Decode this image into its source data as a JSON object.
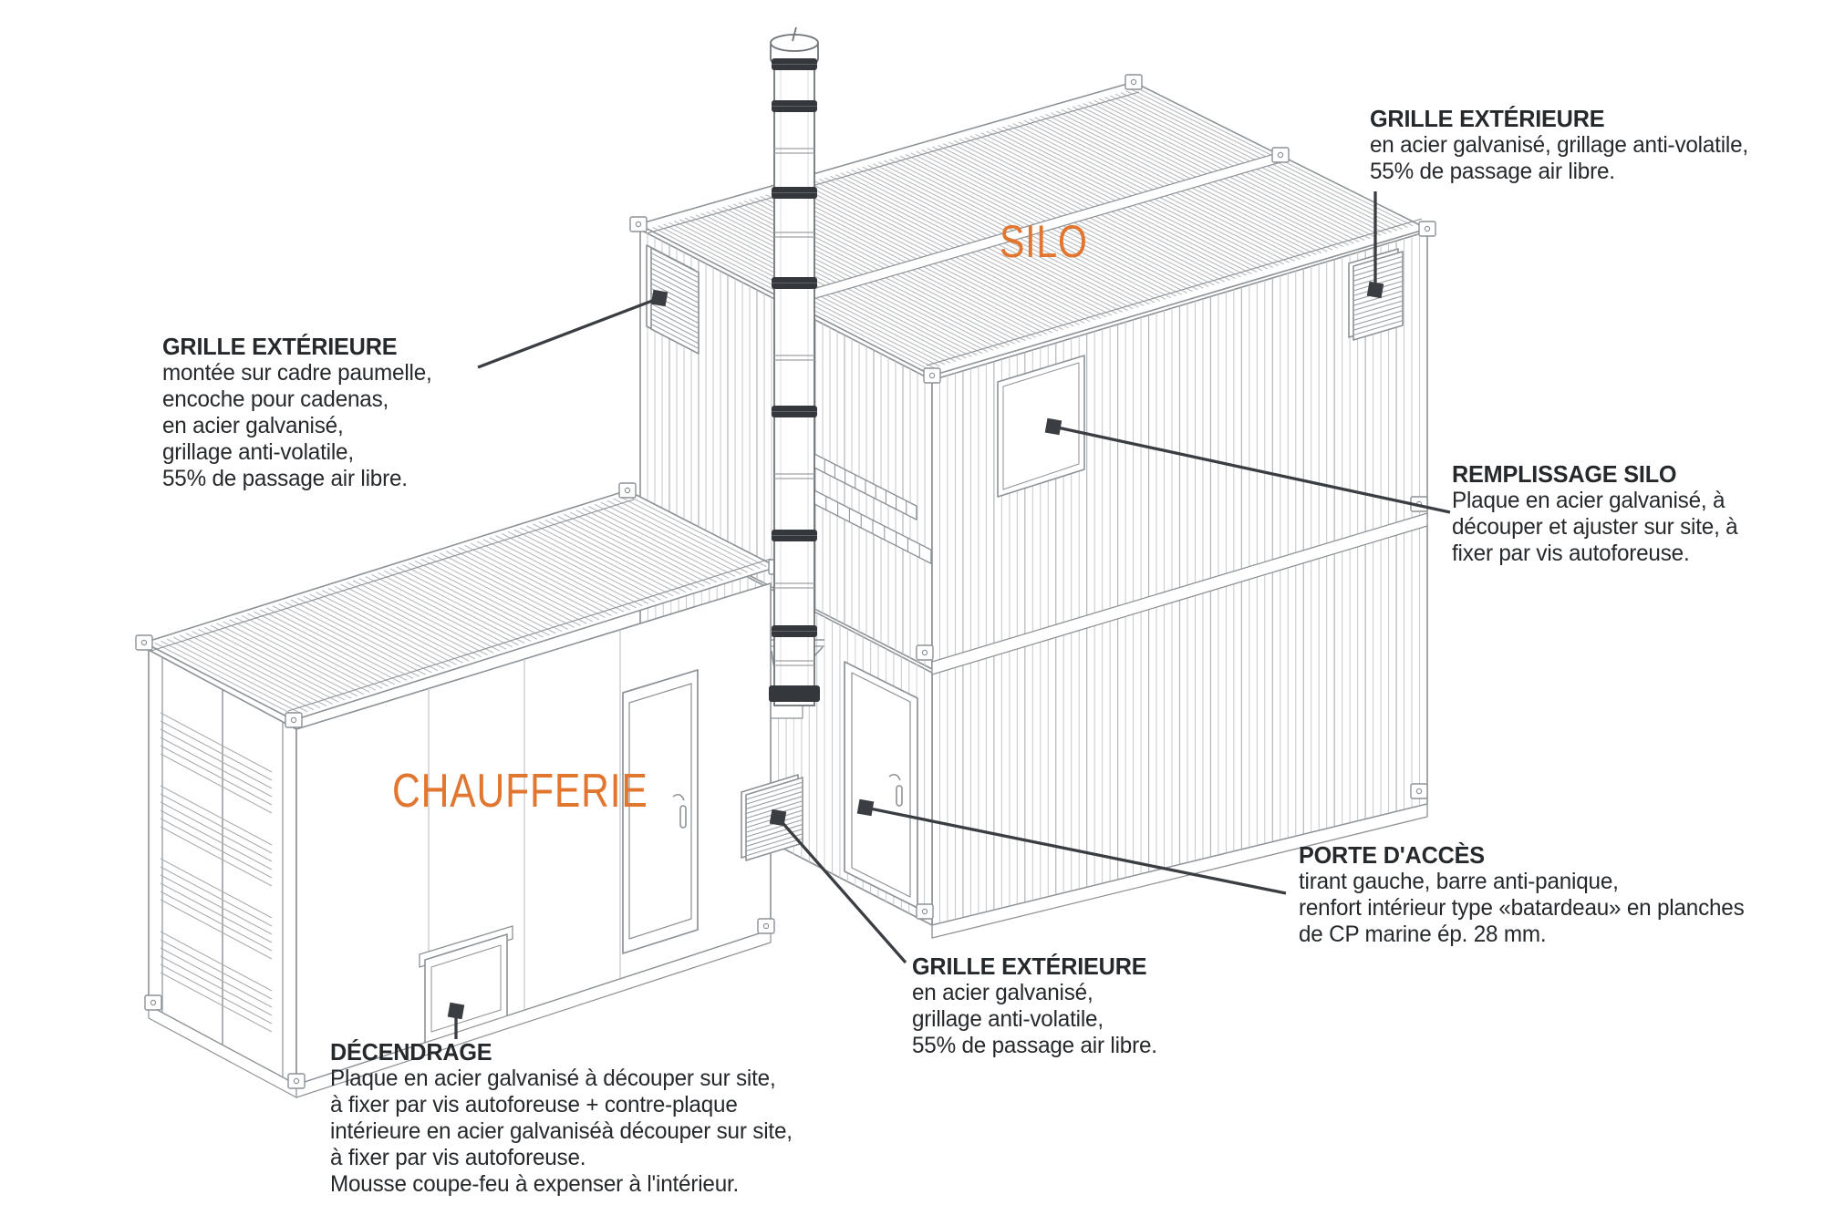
{
  "labels": {
    "silo": "SILO",
    "chaufferie": "CHAUFFERIE"
  },
  "annotations": {
    "grille_top_right": {
      "title": "GRILLE EXTÉRIEURE",
      "lines": [
        "en acier galvanisé, grillage anti-volatile,",
        "55% de passage air libre."
      ]
    },
    "grille_left": {
      "title": "GRILLE EXTÉRIEURE",
      "lines": [
        "montée sur cadre paumelle,",
        "encoche pour cadenas,",
        "en acier galvanisé,",
        "grillage anti-volatile,",
        "55% de passage air libre."
      ]
    },
    "remplissage_silo": {
      "title": "REMPLISSAGE SILO",
      "lines": [
        "Plaque en acier galvanisé, à",
        "découper et ajuster sur site, à",
        "fixer par vis autoforeuse."
      ]
    },
    "porte_acces": {
      "title": "PORTE D'ACCÈS",
      "lines": [
        "tirant gauche, barre anti-panique,",
        "renfort intérieur type «batardeau» en planches",
        "de CP marine ép. 28 mm."
      ]
    },
    "grille_bottom": {
      "title": "GRILLE EXTÉRIEURE",
      "lines": [
        "en acier galvanisé,",
        "grillage anti-volatile,",
        "55% de passage air libre."
      ]
    },
    "decendrage": {
      "title": "DÉCENDRAGE",
      "lines": [
        "Plaque en acier galvanisé à découper sur site,",
        "à fixer par vis autoforeuse + contre-plaque",
        "intérieure en acier galvaniséà découper sur site,",
        "à fixer par vis autoforeuse.",
        "Mousse coupe-feu à expenser à l'intérieur."
      ]
    }
  },
  "colors": {
    "accent_orange": "#e0762f",
    "annotation_text": "#26292c",
    "leader_line": "#3a3e42",
    "drawing_outline": "#8d9296",
    "drawing_light": "#c3c7ca"
  }
}
